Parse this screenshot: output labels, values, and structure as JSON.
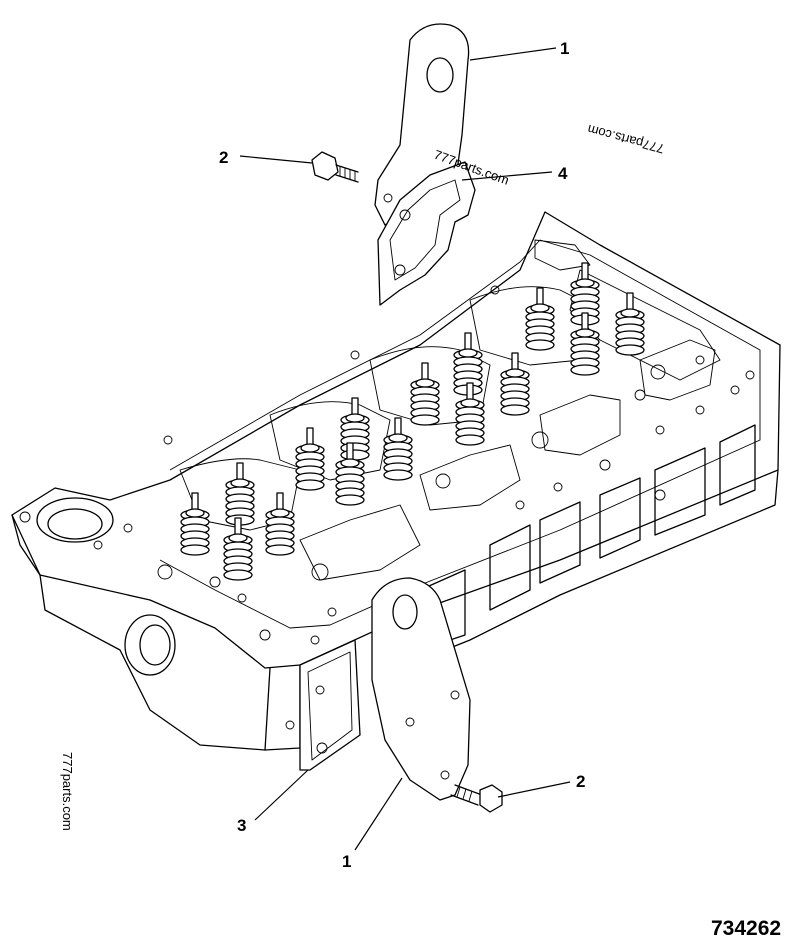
{
  "callouts": {
    "c1_top": "1",
    "c2_top": "2",
    "c4": "4",
    "c2_bottom": "2",
    "c3": "3",
    "c1_bottom": "1"
  },
  "figure_number": "734262",
  "watermarks": {
    "top_right": "777parts.com",
    "on_gasket": "777parts.com",
    "left_side": "777parts.com"
  }
}
